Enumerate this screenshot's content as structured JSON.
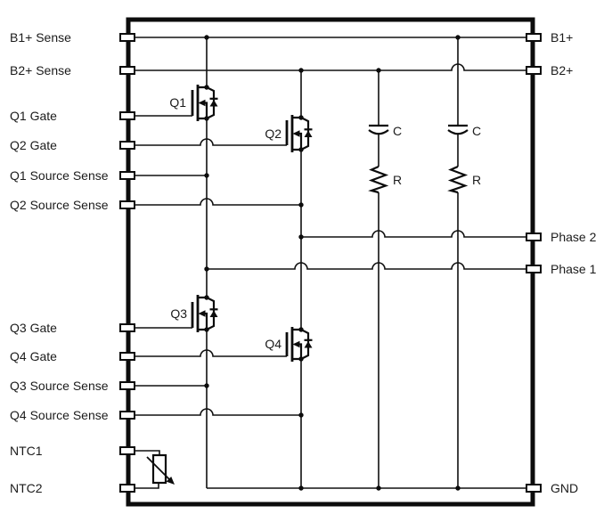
{
  "figure": {
    "kind": "circuit-schematic",
    "colors": {
      "background": "#ffffff",
      "lines": "#0c0c0c",
      "text": "#1b1b1b"
    },
    "left_pins": [
      {
        "label": "B1+ Sense"
      },
      {
        "label": "B2+ Sense"
      },
      {
        "label": "Q1 Gate"
      },
      {
        "label": "Q2 Gate"
      },
      {
        "label": "Q1 Source Sense"
      },
      {
        "label": "Q2 Source Sense"
      },
      {
        "label": "Q3 Gate"
      },
      {
        "label": "Q4 Gate"
      },
      {
        "label": "Q3 Source Sense"
      },
      {
        "label": "Q4 Source Sense"
      },
      {
        "label": "NTC1"
      },
      {
        "label": "NTC2"
      }
    ],
    "right_pins": [
      {
        "label": "B1+"
      },
      {
        "label": "B2+"
      },
      {
        "label": "Phase 2"
      },
      {
        "label": "Phase 1"
      },
      {
        "label": "GND"
      }
    ],
    "transistors": [
      {
        "label": "Q1",
        "symbol": "n-mosfet-with-body-diode"
      },
      {
        "label": "Q2",
        "symbol": "n-mosfet-with-body-diode"
      },
      {
        "label": "Q3",
        "symbol": "n-mosfet-with-body-diode"
      },
      {
        "label": "Q4",
        "symbol": "n-mosfet-with-body-diode"
      }
    ],
    "capacitors": [
      {
        "label": "C"
      },
      {
        "label": "C"
      }
    ],
    "resistors": [
      {
        "label": "R"
      },
      {
        "label": "R"
      }
    ],
    "thermistor": {
      "symbol": "ntc-thermistor",
      "between": "NTC1-NTC2"
    }
  }
}
